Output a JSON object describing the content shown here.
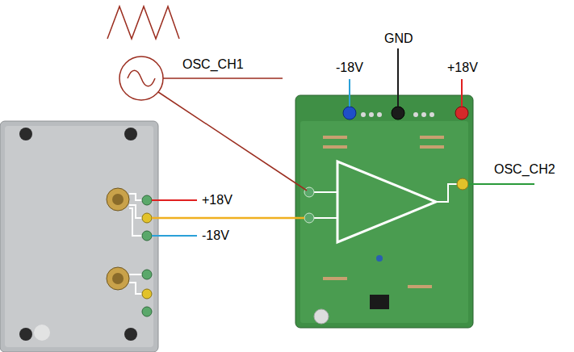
{
  "diagram": {
    "labels": [
      "GND",
      "OSC_CH1",
      "-18V",
      "+18V",
      "+18V",
      "OSC_CH2",
      "-18V"
    ]
  }
}
